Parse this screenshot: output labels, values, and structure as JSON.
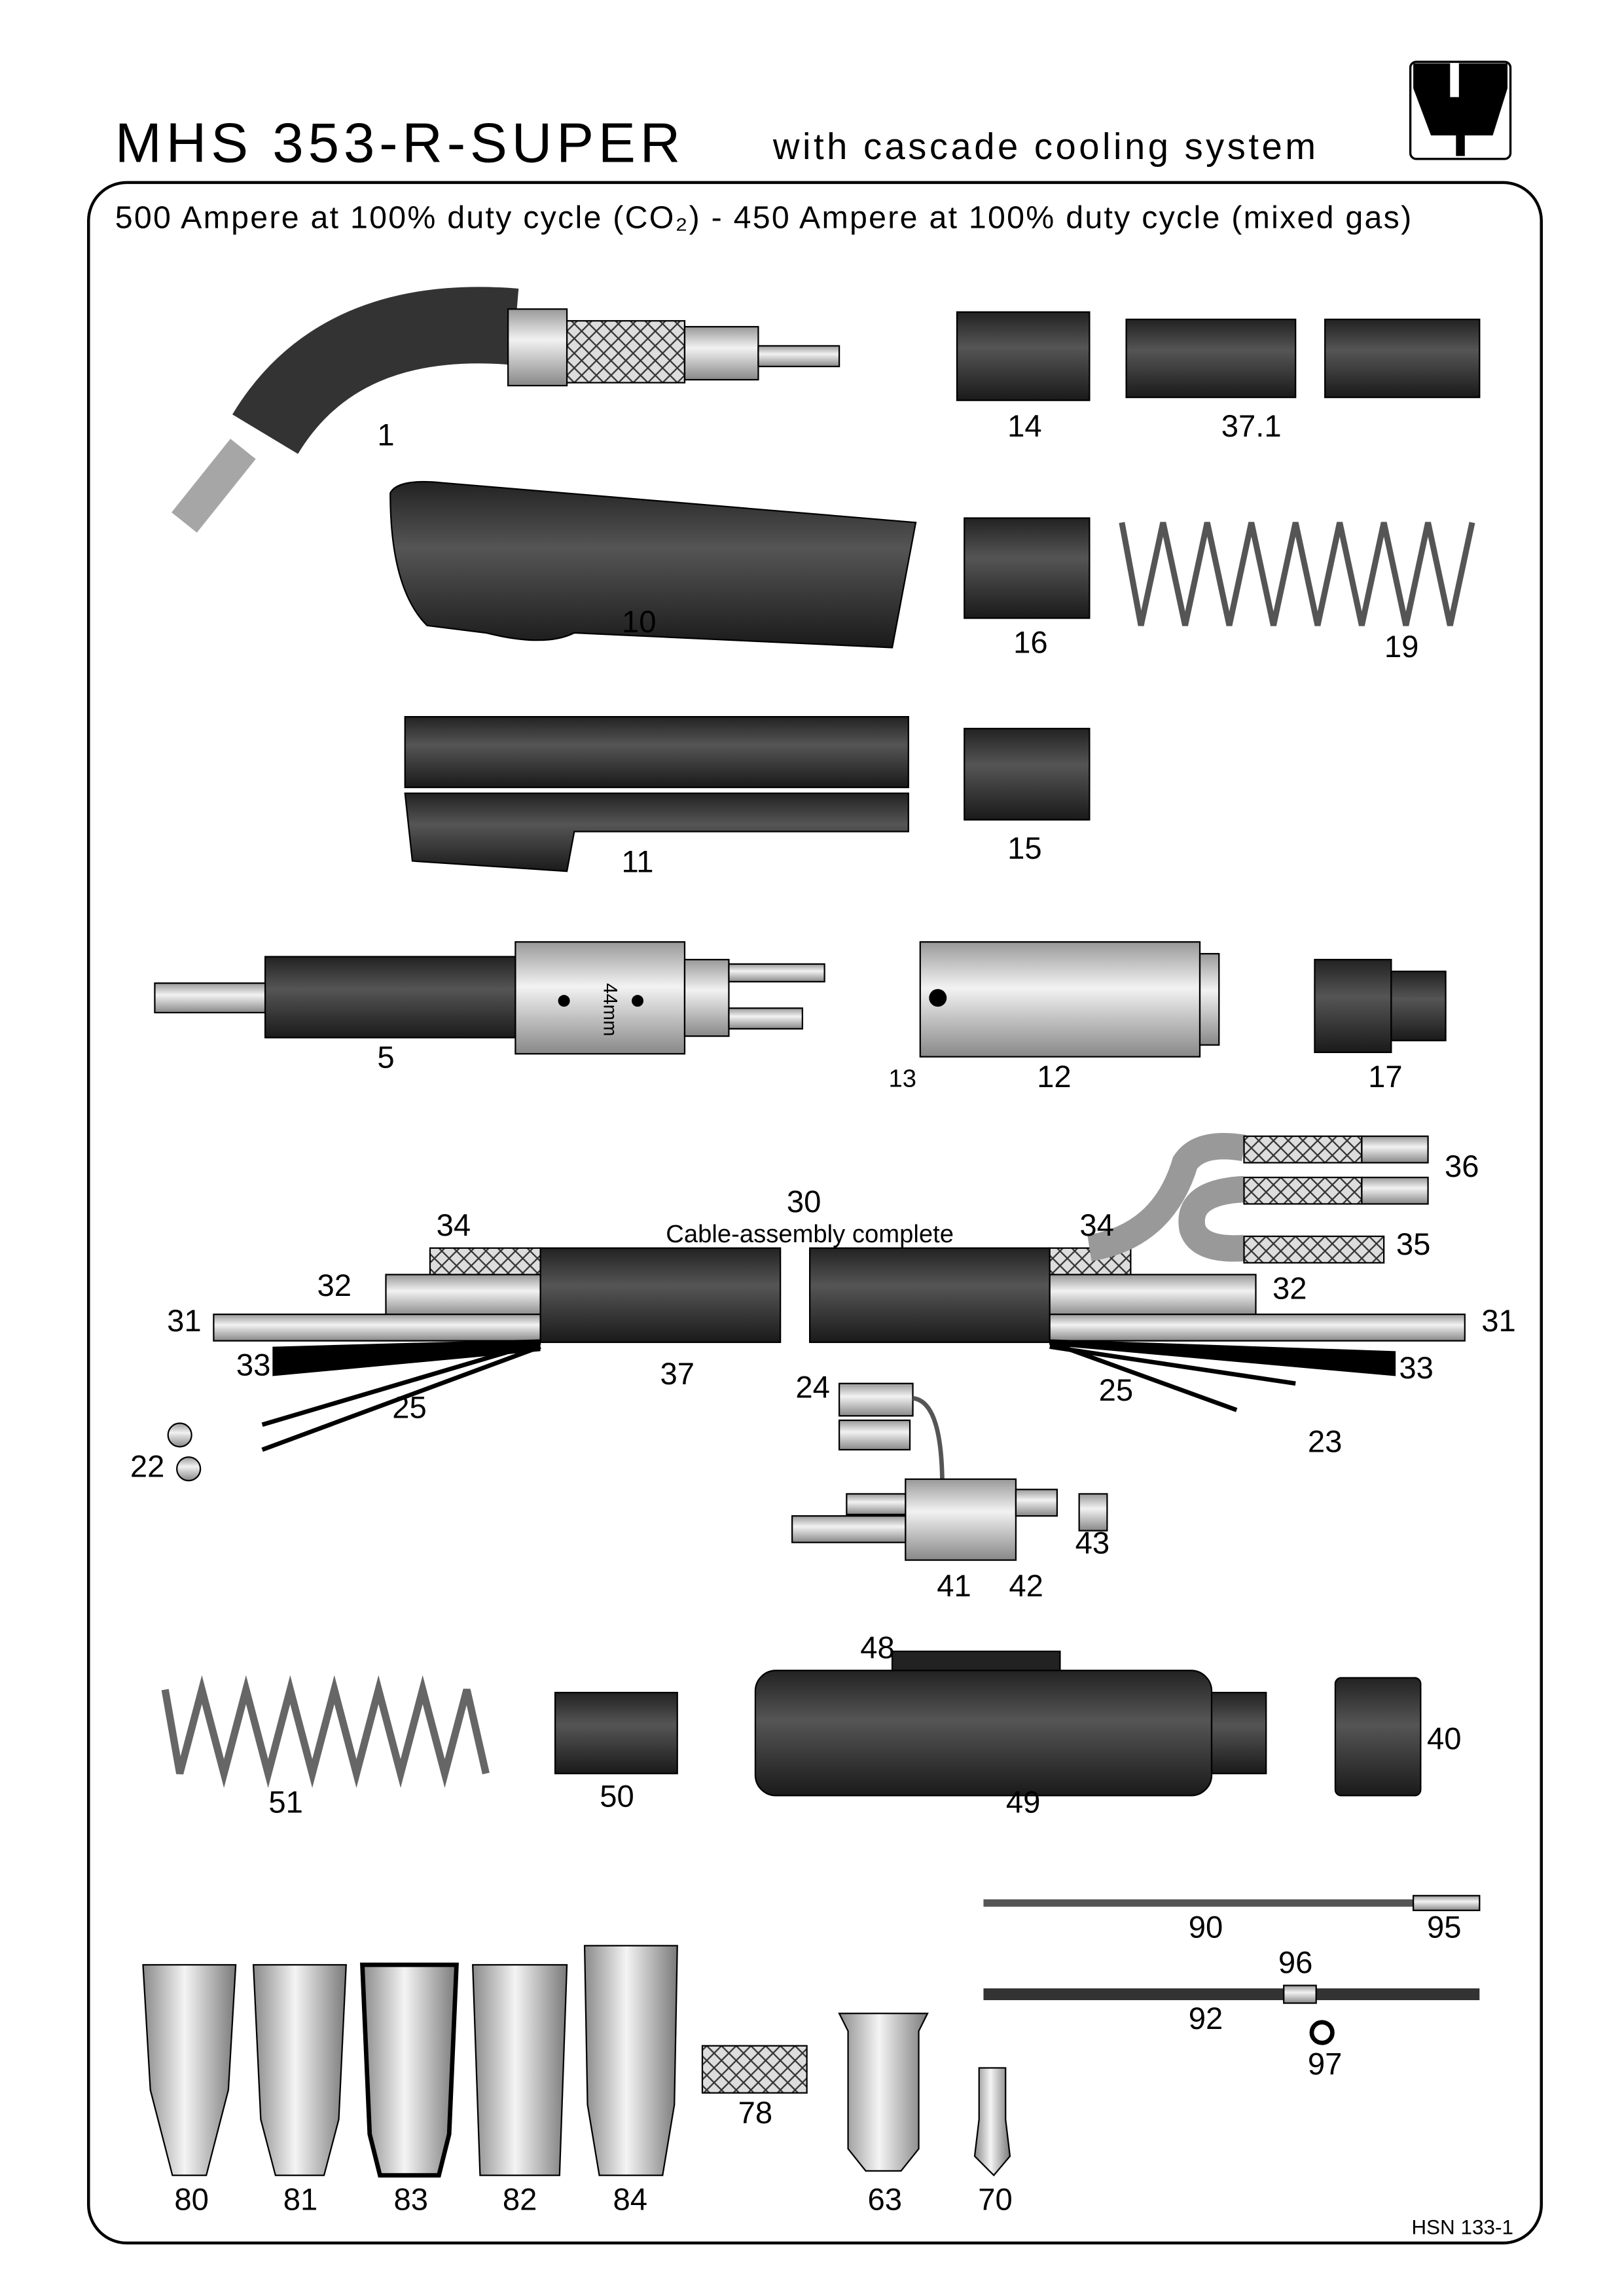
{
  "header": {
    "title": "MHS 353-R-SUPER",
    "subtitle": "with cascade cooling system",
    "logo": "torch-logo"
  },
  "rating": "500 Ampere at 100% duty cycle (CO₂) - 450 Ampere at 100% duty cycle (mixed gas)",
  "assembly_caption": "Cable-assembly complete",
  "dimension_label": "44mm",
  "document_code": "HSN 133-1",
  "part_labels": [
    "1",
    "14",
    "37.1",
    "10",
    "16",
    "19",
    "11",
    "15",
    "5",
    "13",
    "12",
    "17",
    "30",
    "34",
    "34",
    "36",
    "35",
    "32",
    "32",
    "31",
    "31",
    "33",
    "33",
    "37",
    "25",
    "25",
    "24",
    "23",
    "22",
    "43",
    "41",
    "42",
    "48",
    "40",
    "51",
    "50",
    "49",
    "90",
    "95",
    "96",
    "92",
    "97",
    "78",
    "80",
    "81",
    "83",
    "82",
    "84",
    "63",
    "70"
  ],
  "colors": {
    "ink": "#000000",
    "part_dark": "#3a3a3a",
    "part_light": "#d8d8d8"
  }
}
